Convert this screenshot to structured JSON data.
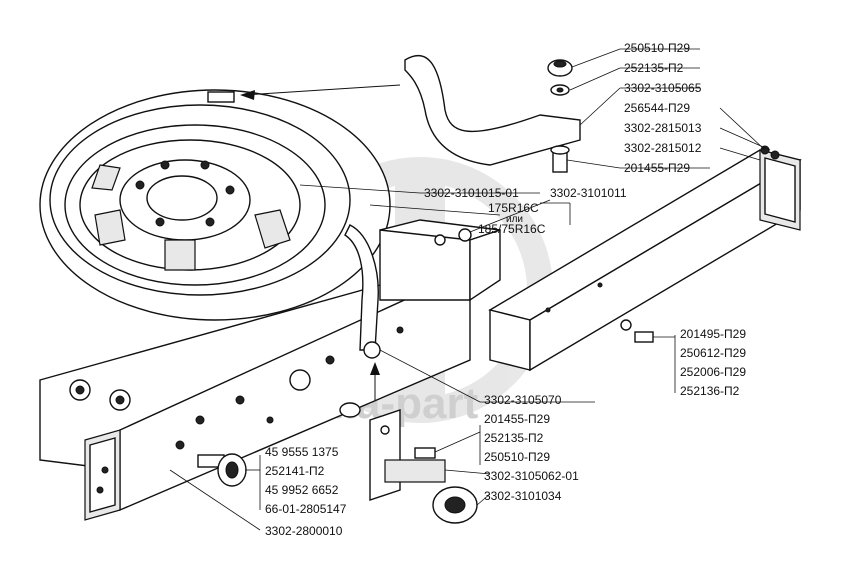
{
  "watermark": "data-part",
  "labels": {
    "l01": "250510-П29",
    "l02": "252135-П2",
    "l03": "3302-3105065",
    "l04": "256544-П29",
    "l05": "3302-2815013",
    "l06": "3302-2815012",
    "l07": "201455-П29",
    "l08": "3302-3101015-01",
    "l09": "3302-3101011",
    "l10": "175R16C",
    "l11": "или",
    "l12": "185/75R16C",
    "l13": "201495-П29",
    "l14": "250612-П29",
    "l15": "252006-П29",
    "l16": "252136-П2",
    "l17": "3302-3105070",
    "l18": "201455-П29",
    "l19": "252135-П2",
    "l20": "250510-П29",
    "l21": "3302-3105062-01",
    "l22": "3302-3101034",
    "l23": "45 9555 1375",
    "l24": "252141-П2",
    "l25": "45 9952 6652",
    "l26": "66-01-2805147",
    "l27": "3302-2800010"
  }
}
